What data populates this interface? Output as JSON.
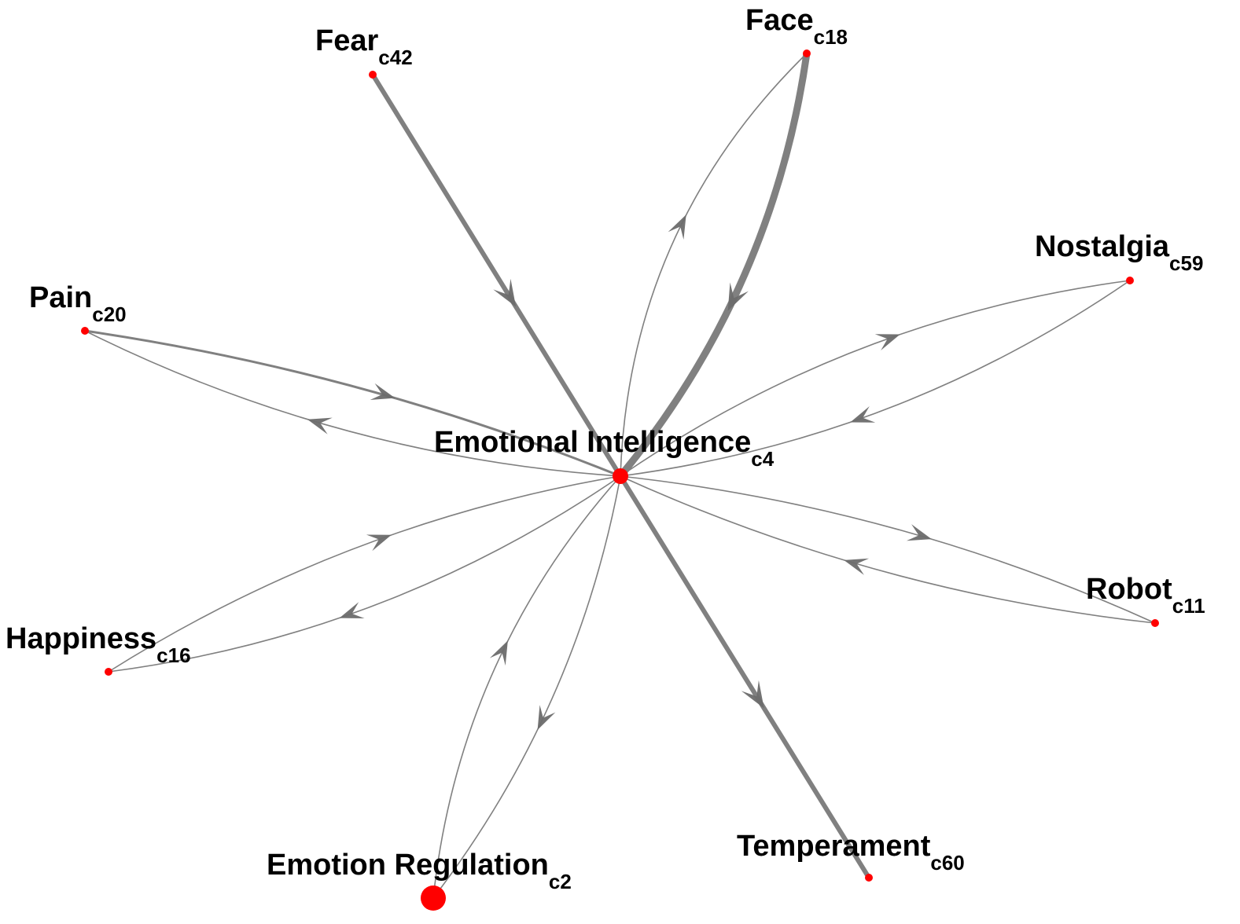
{
  "graph": {
    "node_color": "#ff0000",
    "edge_color": "#808080",
    "arrow_color": "#6b6b6b",
    "nodes": [
      {
        "id": "c4",
        "name": "Emotional Intelligence",
        "code": "c4"
      },
      {
        "id": "c42",
        "name": "Fear",
        "code": "c42"
      },
      {
        "id": "c18",
        "name": "Face",
        "code": "c18"
      },
      {
        "id": "c59",
        "name": "Nostalgia",
        "code": "c59"
      },
      {
        "id": "c20",
        "name": "Pain",
        "code": "c20"
      },
      {
        "id": "c11",
        "name": "Robot",
        "code": "c11"
      },
      {
        "id": "c16",
        "name": "Happiness",
        "code": "c16"
      },
      {
        "id": "c60",
        "name": "Temperament",
        "code": "c60"
      },
      {
        "id": "c2",
        "name": "Emotion Regulation",
        "code": "c2"
      }
    ],
    "edges": [
      {
        "from": "c42",
        "to": "c4",
        "weight": "heavy"
      },
      {
        "from": "c4",
        "to": "c60",
        "weight": "heavy"
      },
      {
        "from": "c18",
        "to": "c4",
        "weight": "heaviest"
      },
      {
        "from": "c4",
        "to": "c18",
        "weight": "thin"
      },
      {
        "from": "c59",
        "to": "c4",
        "weight": "thin"
      },
      {
        "from": "c4",
        "to": "c59",
        "weight": "thin"
      },
      {
        "from": "c4",
        "to": "c20",
        "weight": "thin"
      },
      {
        "from": "c20",
        "to": "c4",
        "weight": "medium"
      },
      {
        "from": "c11",
        "to": "c4",
        "weight": "thin"
      },
      {
        "from": "c4",
        "to": "c11",
        "weight": "thin"
      },
      {
        "from": "c4",
        "to": "c16",
        "weight": "thin"
      },
      {
        "from": "c16",
        "to": "c4",
        "weight": "thin"
      },
      {
        "from": "c4",
        "to": "c2",
        "weight": "thin"
      },
      {
        "from": "c2",
        "to": "c4",
        "weight": "thin"
      }
    ]
  }
}
